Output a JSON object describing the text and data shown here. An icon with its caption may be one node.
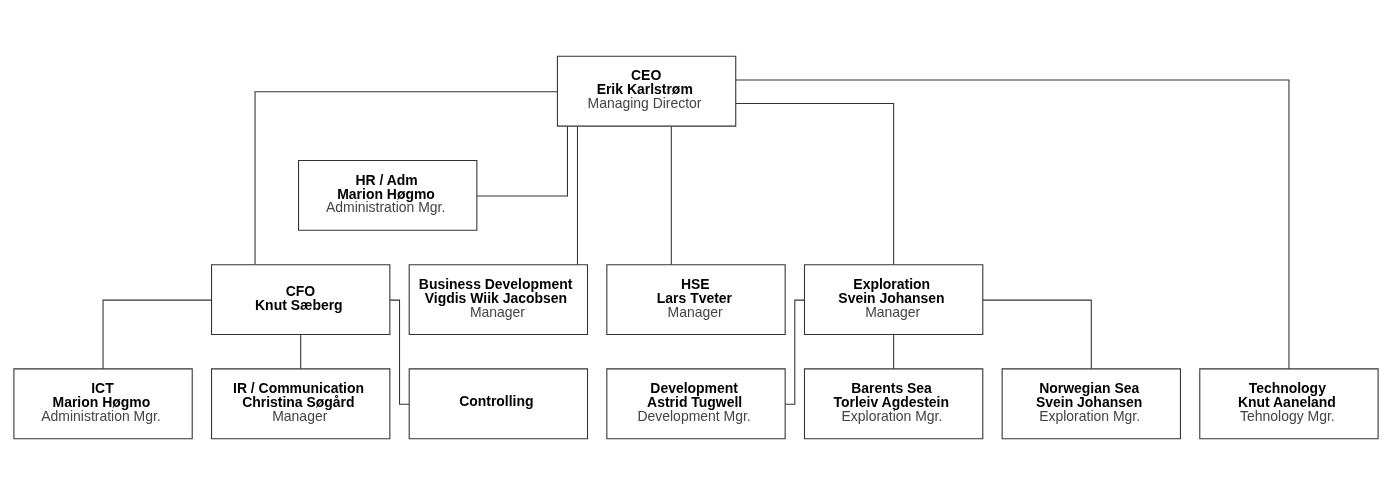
{
  "diagram": {
    "nodes": [
      {
        "text": [
          "CEO",
          "Erik Karlstrøm",
          "Managing Director"
        ]
      },
      {
        "text": [
          "HR / Adm",
          "Marion Høgmo",
          "Administration Mgr."
        ]
      },
      {
        "text": [
          "CFO",
          "Knut Sæberg"
        ]
      },
      {
        "text": [
          "Business Development",
          "Vigdis Wiik Jacobsen",
          "Manager"
        ]
      },
      {
        "text": [
          "HSE",
          "Lars Tveter",
          "Manager"
        ]
      },
      {
        "text": [
          "Exploration",
          "Svein Johansen",
          "Manager"
        ]
      },
      {
        "text": [
          "ICT",
          "Marion Høgmo",
          "Administration Mgr."
        ]
      },
      {
        "text": [
          "IR / Communication",
          "Christina Søgård",
          "Manager"
        ]
      },
      {
        "text": [
          "Controlling"
        ]
      },
      {
        "text": [
          "Technology",
          "Knut Aaneland",
          "Tehnology Mgr."
        ]
      },
      {
        "text": [
          "Development",
          "Astrid Tugwell",
          "Development Mgr."
        ]
      },
      {
        "text": [
          "Barents Sea",
          "Torleiv Agdestein",
          "Exploration Mgr."
        ]
      },
      {
        "text": [
          "Norwegian Sea",
          "Svein Johansen",
          "Exploration Mgr."
        ]
      }
    ],
    "edges": [
      {
        "from": 0,
        "to": 1,
        "arrow": "none"
      },
      {
        "from": 0,
        "to": 2,
        "arrow": "none"
      },
      {
        "from": 0,
        "to": 3,
        "arrow": "none"
      },
      {
        "from": 0,
        "to": 4,
        "arrow": "none"
      },
      {
        "from": 0,
        "to": 5,
        "arrow": "none"
      },
      {
        "from": 0,
        "to": 9,
        "arrow": "none"
      },
      {
        "from": 2,
        "to": 6,
        "arrow": "none"
      },
      {
        "from": 2,
        "to": 7,
        "arrow": "none"
      },
      {
        "from": 2,
        "to": 8,
        "arrow": "none"
      },
      {
        "from": 5,
        "to": 10,
        "arrow": "none"
      },
      {
        "from": 5,
        "to": 11,
        "arrow": "none"
      },
      {
        "from": 5,
        "to": 12,
        "arrow": "none"
      }
    ]
  }
}
